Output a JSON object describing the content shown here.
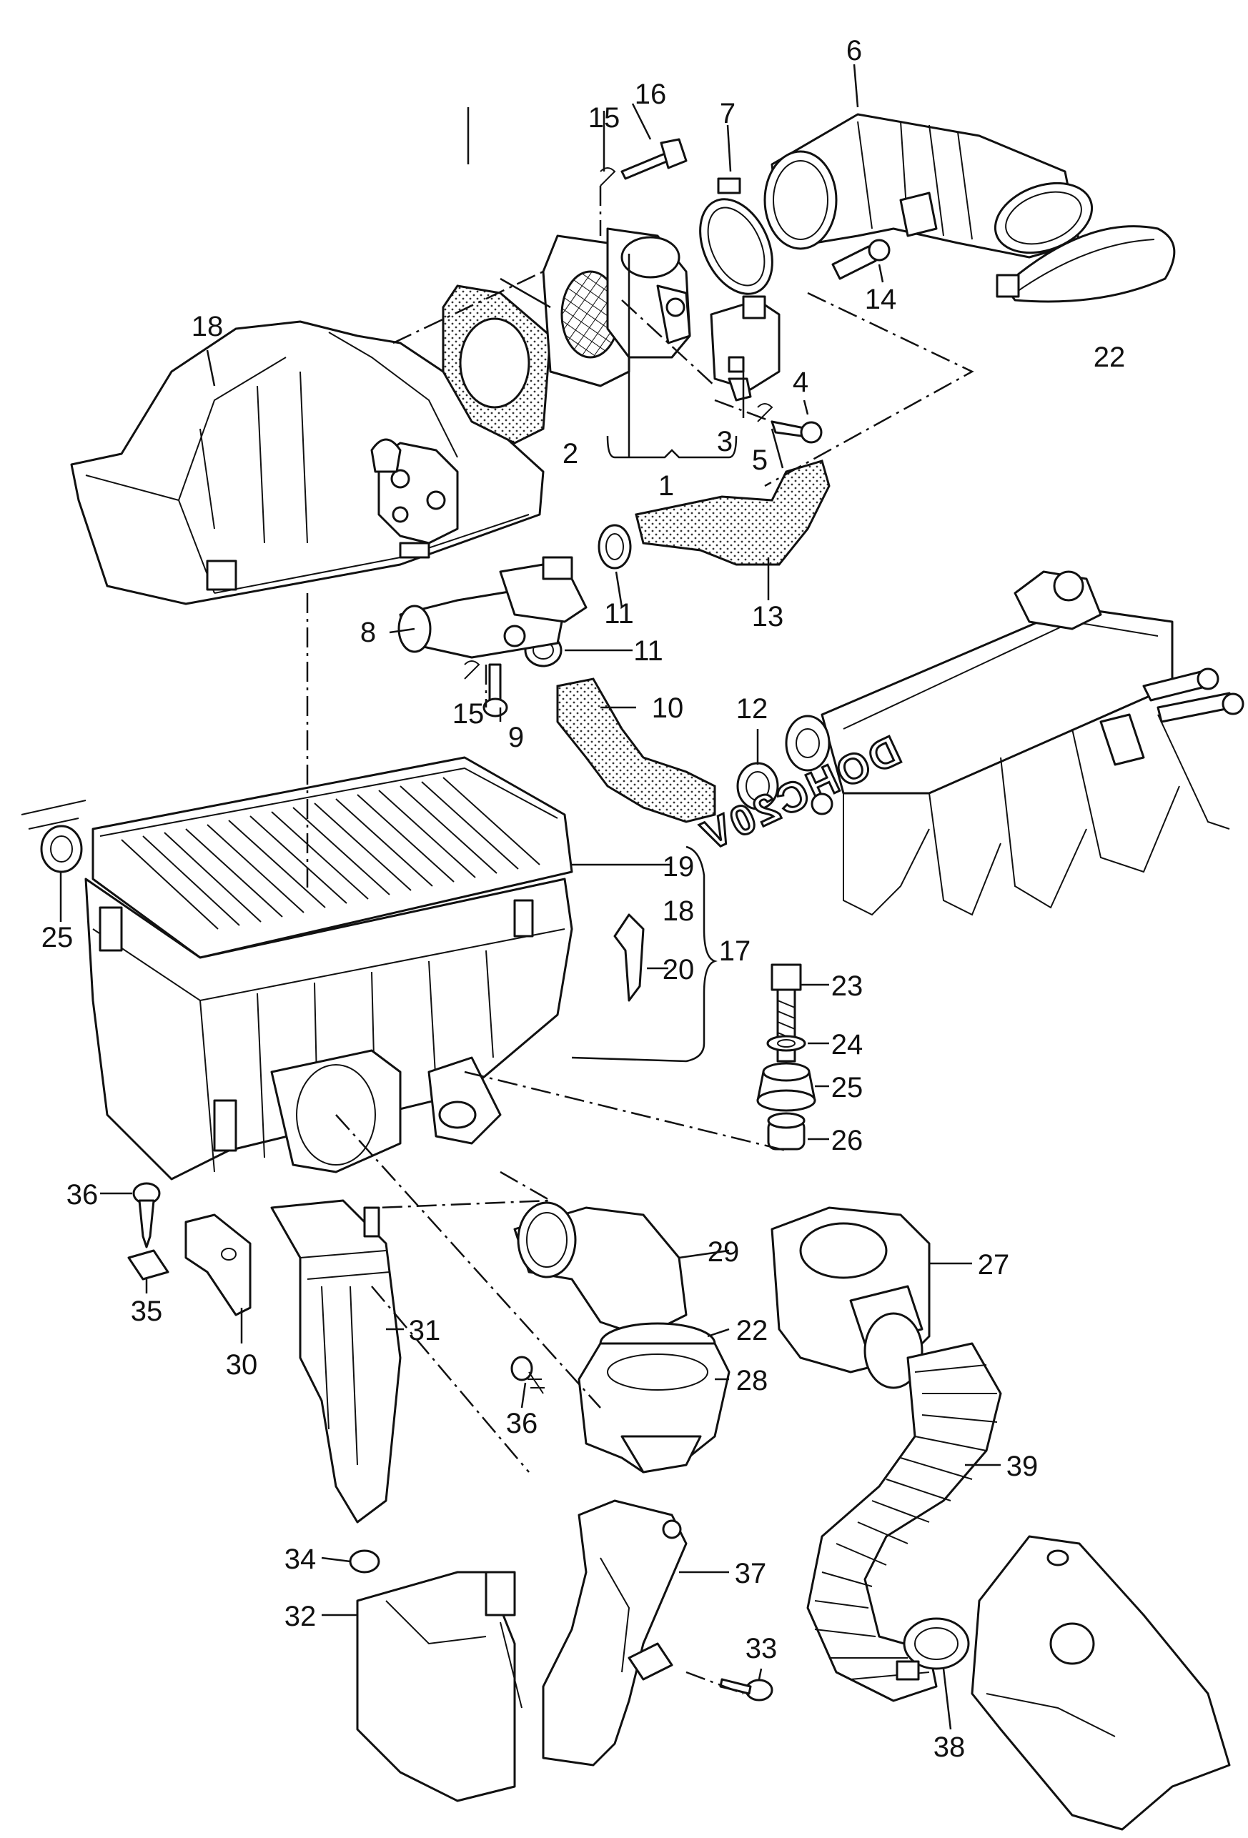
{
  "diagram": {
    "type": "exploded parts diagram",
    "engraving": "DOHC20V",
    "callouts": [
      {
        "id": "c1",
        "label": "1"
      },
      {
        "id": "c2",
        "label": "2"
      },
      {
        "id": "c3",
        "label": "3"
      },
      {
        "id": "c4",
        "label": "4"
      },
      {
        "id": "c5",
        "label": "5"
      },
      {
        "id": "c6",
        "label": "6"
      },
      {
        "id": "c7",
        "label": "7"
      },
      {
        "id": "c8",
        "label": "8"
      },
      {
        "id": "c9",
        "label": "9"
      },
      {
        "id": "c10",
        "label": "10"
      },
      {
        "id": "c11a",
        "label": "11"
      },
      {
        "id": "c11b",
        "label": "11"
      },
      {
        "id": "c12",
        "label": "12"
      },
      {
        "id": "c13",
        "label": "13"
      },
      {
        "id": "c14",
        "label": "14"
      },
      {
        "id": "c15a",
        "label": "15"
      },
      {
        "id": "c15b",
        "label": "15"
      },
      {
        "id": "c16",
        "label": "16"
      },
      {
        "id": "c17",
        "label": "17"
      },
      {
        "id": "c18a",
        "label": "18"
      },
      {
        "id": "c18b",
        "label": "18"
      },
      {
        "id": "c19",
        "label": "19"
      },
      {
        "id": "c20",
        "label": "20"
      },
      {
        "id": "c22a",
        "label": "22"
      },
      {
        "id": "c22b",
        "label": "22"
      },
      {
        "id": "c23",
        "label": "23"
      },
      {
        "id": "c24",
        "label": "24"
      },
      {
        "id": "c25a",
        "label": "25"
      },
      {
        "id": "c25b",
        "label": "25"
      },
      {
        "id": "c26",
        "label": "26"
      },
      {
        "id": "c27",
        "label": "27"
      },
      {
        "id": "c28",
        "label": "28"
      },
      {
        "id": "c29",
        "label": "29"
      },
      {
        "id": "c30",
        "label": "30"
      },
      {
        "id": "c31",
        "label": "31"
      },
      {
        "id": "c32",
        "label": "32"
      },
      {
        "id": "c33",
        "label": "33"
      },
      {
        "id": "c34",
        "label": "34"
      },
      {
        "id": "c35",
        "label": "35"
      },
      {
        "id": "c36a",
        "label": "36"
      },
      {
        "id": "c36b",
        "label": "36"
      },
      {
        "id": "c37",
        "label": "37"
      },
      {
        "id": "c38",
        "label": "38"
      },
      {
        "id": "c39",
        "label": "39"
      }
    ]
  }
}
